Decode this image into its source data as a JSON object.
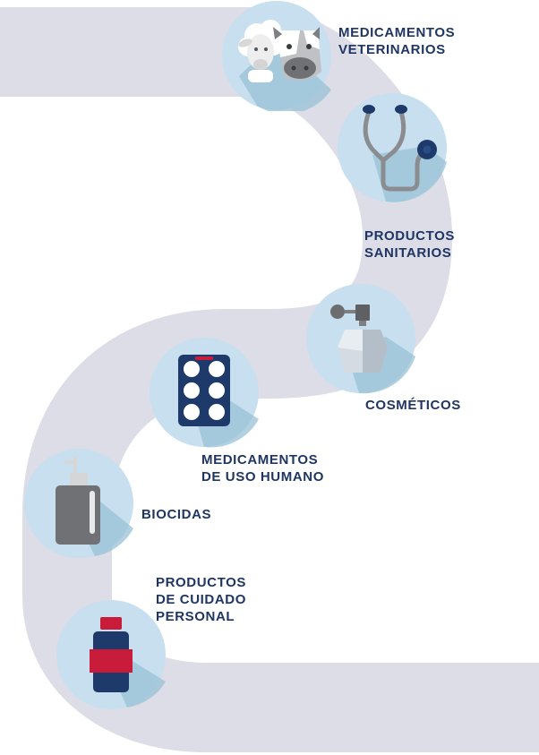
{
  "colors": {
    "path": "#dcdde6",
    "circle_light": "#c7dfee",
    "circle_dark": "#98c1d6",
    "label": "#1f3563",
    "navy": "#1d3a6b",
    "red": "#c91c3a",
    "gray": "#7d7f82"
  },
  "steps": [
    {
      "id": "veterinarios",
      "icon": "sheep-cow-icon",
      "lines": [
        "MEDICAMENTOS",
        "VETERINARIOS"
      ]
    },
    {
      "id": "sanitarios",
      "icon": "stethoscope-icon",
      "lines": [
        "PRODUCTOS",
        "SANITARIOS"
      ]
    },
    {
      "id": "cosmeticos",
      "icon": "perfume-bottle-icon",
      "lines": [
        "COSMÉTICOS"
      ]
    },
    {
      "id": "uso-humano",
      "icon": "pill-blister-icon",
      "lines": [
        "MEDICAMENTOS",
        "DE USO HUMANO"
      ]
    },
    {
      "id": "biocidas",
      "icon": "soap-dispenser-icon",
      "lines": [
        "BIOCIDAS"
      ]
    },
    {
      "id": "cuidado-personal",
      "icon": "medicine-bottle-icon",
      "lines": [
        "PRODUCTOS",
        "DE CUIDADO",
        "PERSONAL"
      ]
    }
  ]
}
